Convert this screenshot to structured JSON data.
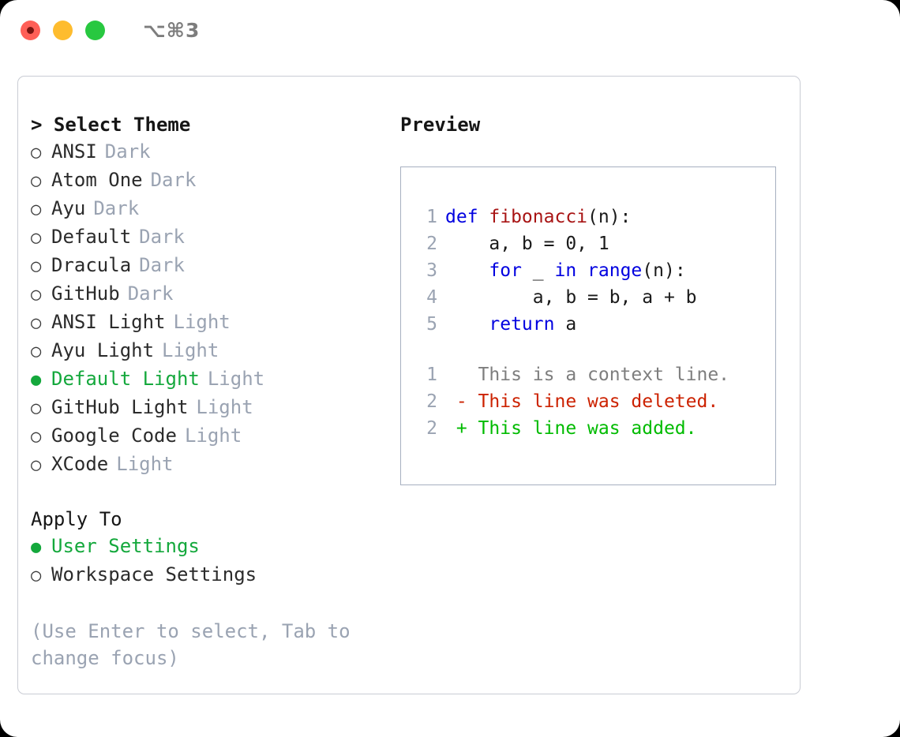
{
  "titlebar": {
    "shortcut": "⌥⌘3",
    "buttons": [
      "close",
      "minimize",
      "maximize"
    ]
  },
  "theme_picker": {
    "header": "> Select Theme",
    "items": [
      {
        "label": "ANSI",
        "tag": "Dark",
        "selected": false,
        "bullet": "○"
      },
      {
        "label": "Atom One",
        "tag": "Dark",
        "selected": false,
        "bullet": "○"
      },
      {
        "label": "Ayu",
        "tag": "Dark",
        "selected": false,
        "bullet": "○"
      },
      {
        "label": "Default",
        "tag": "Dark",
        "selected": false,
        "bullet": "○"
      },
      {
        "label": "Dracula",
        "tag": "Dark",
        "selected": false,
        "bullet": "○"
      },
      {
        "label": "GitHub",
        "tag": "Dark",
        "selected": false,
        "bullet": "○"
      },
      {
        "label": "ANSI Light",
        "tag": "Light",
        "selected": false,
        "bullet": "○"
      },
      {
        "label": "Ayu Light",
        "tag": "Light",
        "selected": false,
        "bullet": "○"
      },
      {
        "label": "Default Light",
        "tag": "Light",
        "selected": true,
        "bullet": "●"
      },
      {
        "label": "GitHub Light",
        "tag": "Light",
        "selected": false,
        "bullet": "○"
      },
      {
        "label": "Google Code",
        "tag": "Light",
        "selected": false,
        "bullet": "○"
      },
      {
        "label": "XCode",
        "tag": "Light",
        "selected": false,
        "bullet": "○"
      }
    ]
  },
  "apply_to": {
    "header": "Apply To",
    "items": [
      {
        "label": "User Settings",
        "selected": true,
        "bullet": "●"
      },
      {
        "label": "Workspace Settings",
        "selected": false,
        "bullet": "○"
      }
    ]
  },
  "hint": "(Use Enter to select, Tab to change focus)",
  "preview": {
    "title": "Preview",
    "code_lines": [
      {
        "no": "1",
        "tokens": [
          {
            "t": "def ",
            "c": "kw"
          },
          {
            "t": "fibonacci",
            "c": "fn"
          },
          {
            "t": "(n):",
            "c": "plain"
          }
        ]
      },
      {
        "no": "2",
        "tokens": [
          {
            "t": "    a, b = 0, 1",
            "c": "plain"
          }
        ]
      },
      {
        "no": "3",
        "tokens": [
          {
            "t": "    ",
            "c": "plain"
          },
          {
            "t": "for",
            "c": "kw"
          },
          {
            "t": " _ ",
            "c": "plain"
          },
          {
            "t": "in ",
            "c": "kw"
          },
          {
            "t": "range",
            "c": "kw"
          },
          {
            "t": "(n):",
            "c": "plain"
          }
        ]
      },
      {
        "no": "4",
        "tokens": [
          {
            "t": "        a, b = b, a + b",
            "c": "plain"
          }
        ]
      },
      {
        "no": "5",
        "tokens": [
          {
            "t": "    ",
            "c": "plain"
          },
          {
            "t": "return",
            "c": "kw"
          },
          {
            "t": " a",
            "c": "plain"
          }
        ]
      }
    ],
    "diff_lines": [
      {
        "no": "1",
        "marker": "  ",
        "text": "This is a context line.",
        "c": "ctx"
      },
      {
        "no": "2",
        "marker": "- ",
        "text": "This line was deleted.",
        "c": "del"
      },
      {
        "no": "2",
        "marker": "+ ",
        "text": "This line was added.",
        "c": "add"
      }
    ]
  },
  "colors": {
    "selected_green": "#14a83c",
    "tag_grey": "#9aa3b2",
    "keyword_blue": "#0000e0",
    "function_red": "#a81414",
    "diff_del_red": "#cc2200",
    "diff_add_green": "#00bb00"
  }
}
